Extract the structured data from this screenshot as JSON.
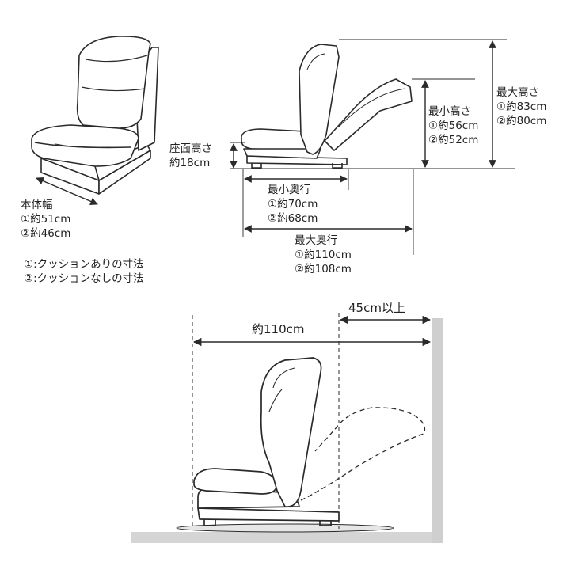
{
  "width_label": {
    "title": "本体幅",
    "v1": "①約51cm",
    "v2": "②約46cm"
  },
  "seat_height": {
    "title": "座面高さ",
    "value": "約18cm"
  },
  "min_depth": {
    "title": "最小奥行",
    "v1": "①約70cm",
    "v2": "②約68cm"
  },
  "max_depth": {
    "title": "最大奥行",
    "v1": "①約110cm",
    "v2": "②約108cm"
  },
  "min_height": {
    "title": "最小高さ",
    "v1": "①約56cm",
    "v2": "②約52cm"
  },
  "max_height": {
    "title": "最大高さ",
    "v1": "①約83cm",
    "v2": "②約80cm"
  },
  "legend": {
    "note1": "①:クッションありの寸法",
    "note2": "②:クッションなしの寸法"
  },
  "clearance": {
    "total": "約110cm",
    "wall_gap": "45cm以上"
  },
  "colors": {
    "line": "#2a2a2a",
    "wall": "#cfcfcf",
    "floor": "#d5d5d5",
    "mat": "#e6e6e6"
  }
}
